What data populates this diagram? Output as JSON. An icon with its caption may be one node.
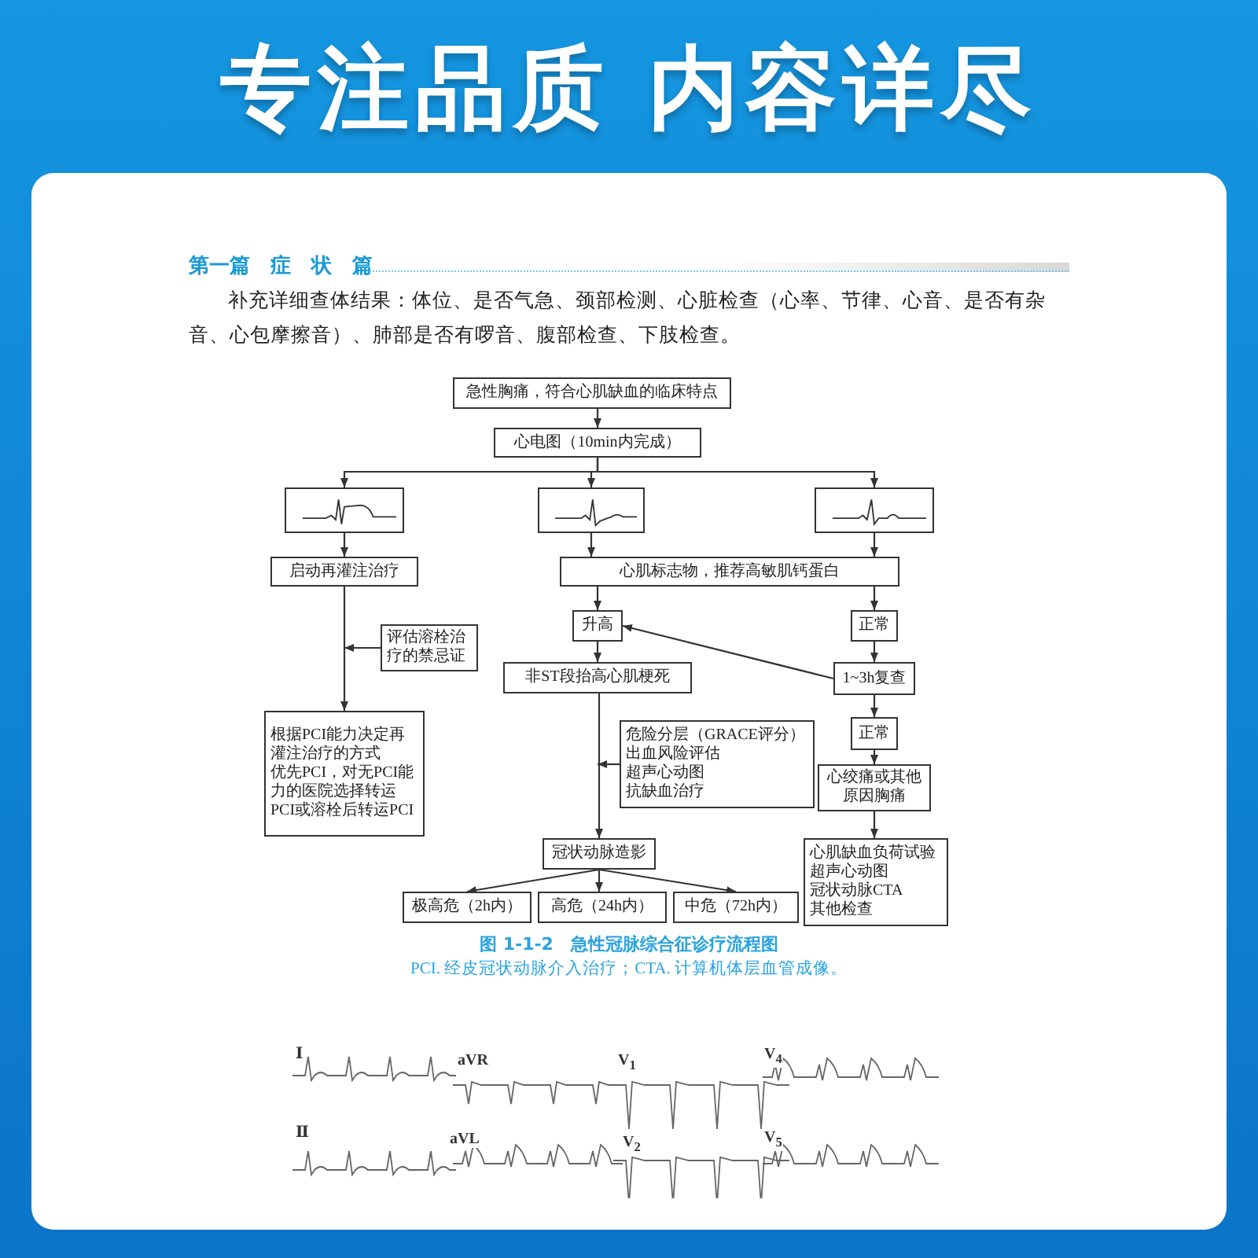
{
  "diagram": {
    "title": "专注品质 内容详尽",
    "caption": "图 1-1-2　急性冠脉综合征诊疗流程图",
    "nodes": [
      {
        "text": [
          "急性胸痛，符合心肌缺血的临床特点"
        ]
      },
      {
        "text": [
          "心电图（10min内完成）"
        ]
      },
      {
        "text": [],
        "shape": "picture"
      },
      {
        "text": [],
        "shape": "picture"
      },
      {
        "text": [],
        "shape": "picture"
      },
      {
        "text": [
          "启动再灌注治疗"
        ]
      },
      {
        "text": [
          "心肌标志物，推荐高敏肌钙蛋白"
        ]
      },
      {
        "text": [
          "升高"
        ]
      },
      {
        "text": [
          "正常"
        ]
      },
      {
        "text": [
          "评估溶栓治疗的禁忌证"
        ]
      },
      {
        "text": [
          "非ST段抬高心肌梗死"
        ]
      },
      {
        "text": [
          "1~3h复查"
        ]
      },
      {
        "text": [
          "正常"
        ]
      },
      {
        "text": [
          "根据PCI能力决定再灌注治疗的方式",
          "优先PCI，对无PCI能力的医院选择转运PCI或溶栓后转运PCI"
        ]
      },
      {
        "text": [
          "心绞痛或其他原因胸痛"
        ]
      },
      {
        "text": [
          "危险分层（GRACE评分）",
          "出血风险评估",
          "超声心动图",
          "抗缺血治疗"
        ]
      },
      {
        "text": [
          "冠状动脉造影"
        ]
      },
      {
        "text": [
          "心肌缺血负荷试验",
          "超声心动图",
          "冠状动脉CTA",
          "其他检查"
        ]
      },
      {
        "text": [
          "极高危（2h内）"
        ]
      },
      {
        "text": [
          "高危（24h内）"
        ]
      },
      {
        "text": [
          "中危（72h内）"
        ]
      }
    ],
    "edges": [
      {
        "from": 0,
        "to": 1,
        "arrow": "to"
      },
      {
        "from": 1,
        "to": 2,
        "arrow": "to"
      },
      {
        "from": 1,
        "to": 3,
        "arrow": "to"
      },
      {
        "from": 1,
        "to": 4,
        "arrow": "to"
      },
      {
        "from": 2,
        "to": 5,
        "arrow": "to"
      },
      {
        "from": 3,
        "to": 6,
        "arrow": "to"
      },
      {
        "from": 4,
        "to": 6,
        "arrow": "to"
      },
      {
        "from": 6,
        "to": 7,
        "arrow": "to"
      },
      {
        "from": 6,
        "to": 8,
        "arrow": "to"
      },
      {
        "from": 7,
        "to": 10,
        "arrow": "to"
      },
      {
        "from": 8,
        "to": 11,
        "arrow": "to"
      },
      {
        "from": 11,
        "to": 7,
        "arrow": "to"
      },
      {
        "from": 11,
        "to": 12,
        "arrow": "to"
      },
      {
        "from": 12,
        "to": 14,
        "arrow": "to"
      },
      {
        "from": 14,
        "to": 17,
        "arrow": "to"
      },
      {
        "from": 5,
        "to": 13,
        "arrow": "to"
      },
      {
        "from": 9,
        "to": null,
        "arrow": "to"
      },
      {
        "from": 10,
        "to": 16,
        "arrow": "to"
      },
      {
        "from": 15,
        "to": null,
        "arrow": "to"
      },
      {
        "from": 16,
        "to": 18,
        "arrow": "to"
      },
      {
        "from": 16,
        "to": 19,
        "arrow": "to"
      },
      {
        "from": 16,
        "to": 20,
        "arrow": "to"
      }
    ],
    "labels": [
      "第一篇　症　状　篇",
      "补充详细查体结果：体位、是否气急、颈部检测、心脏检查（心率、节律、心音、是否有杂音、心包摩擦音）、肺部是否有啰音、腹部检查、下肢检查。",
      "PCI. 经皮冠状动脉介入治疗；CTA. 计算机体层血管成像。",
      "Ⅰ",
      "aVR",
      "V$_{1}$",
      "V$_{4}$",
      "Ⅱ",
      "aVL",
      "V$_{2}$",
      "V$_{5}$"
    ]
  }
}
